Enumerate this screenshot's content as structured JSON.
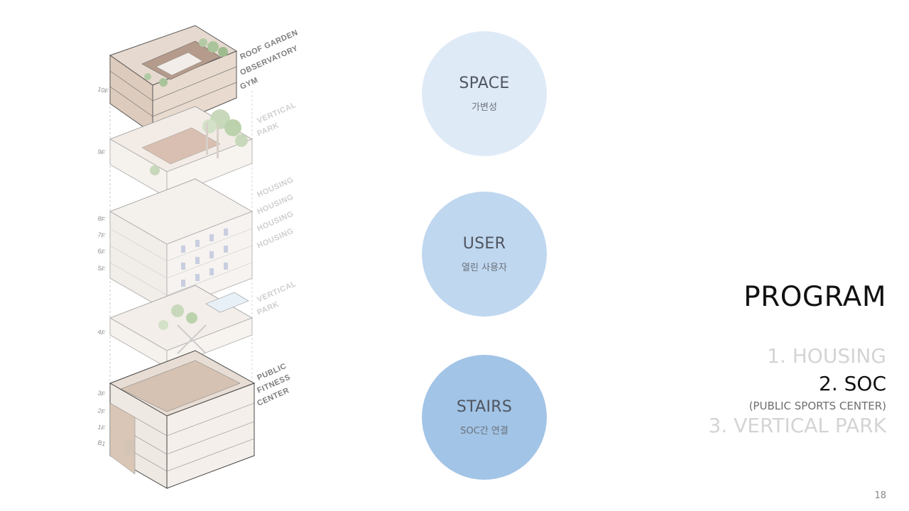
{
  "diagram": {
    "floor_labels": [
      "10F",
      "9F",
      "8F",
      "7F",
      "6F",
      "5F",
      "4F",
      "3F",
      "2F",
      "1F",
      "B1"
    ],
    "program_labels": {
      "roof_garden": "ROOF GARDEN",
      "observatory": "OBSERVATORY",
      "gym": "GYM",
      "vertical_park_top": [
        "VERTICAL",
        "PARK"
      ],
      "housing": [
        "HOUSING",
        "HOUSING",
        "HOUSING",
        "HOUSING"
      ],
      "vertical_park_mid": [
        "VERTICAL",
        "PARK"
      ],
      "public_fitness": [
        "PUBLIC",
        "FITNESS",
        "CENTER"
      ]
    }
  },
  "circles": [
    {
      "title": "SPACE",
      "subtitle": "가변성",
      "color": "#dfeaf7"
    },
    {
      "title": "USER",
      "subtitle": "열린 사용자",
      "color": "#bfd7ef"
    },
    {
      "title": "STAIRS",
      "subtitle": "SOC간 연결",
      "color": "#a2c4e6"
    }
  ],
  "program": {
    "title": "PROGRAM",
    "items": [
      {
        "label": "1. HOUSING",
        "state": "inactive"
      },
      {
        "label": "2. SOC",
        "state": "active",
        "sub": "(PUBLIC SPORTS CENTER)"
      },
      {
        "label": "3. VERTICAL PARK",
        "state": "inactive"
      }
    ]
  },
  "page_number": "18"
}
